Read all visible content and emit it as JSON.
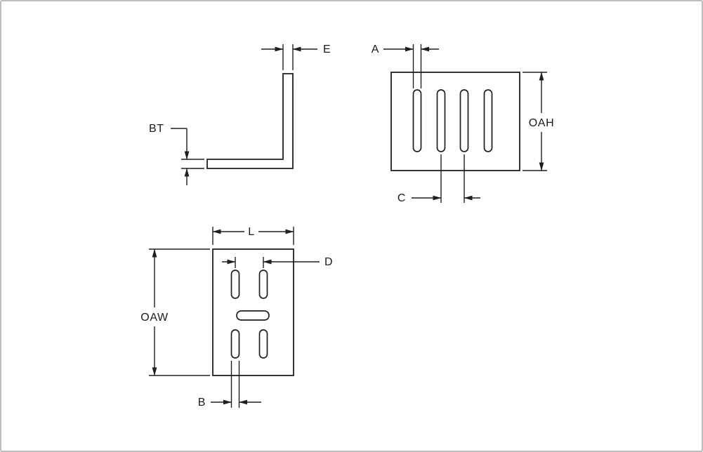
{
  "page": {
    "colors": {
      "line": "#1f1f1f",
      "text": "#1a1a1a",
      "background": "#ffffff",
      "frame": "#bdbdbd"
    }
  },
  "views": {
    "side_view": {
      "labels": {
        "E": "E",
        "BT": "BT"
      }
    },
    "slotted_face_view": {
      "labels": {
        "A": "A",
        "OAH": "OAH",
        "C": "C"
      }
    },
    "base_view": {
      "labels": {
        "L": "L",
        "D": "D",
        "OAW": "OAW",
        "B": "B"
      }
    }
  }
}
